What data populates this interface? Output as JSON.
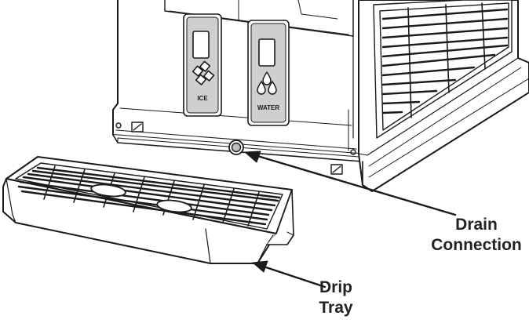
{
  "panels": {
    "ice_label": "ICE",
    "water_label": "WATER"
  },
  "callouts": {
    "drain": {
      "line1": "Drain",
      "line2": "Connection"
    },
    "drip": {
      "line1": "Drip",
      "line2": "Tray"
    }
  },
  "icons": {
    "ice": "ice-cubes-icon",
    "water": "water-drops-icon"
  },
  "colors": {
    "line": "#1a1a1a",
    "panel_fill": "#c8c8c8",
    "shadow_fill": "#bdbdbd"
  }
}
